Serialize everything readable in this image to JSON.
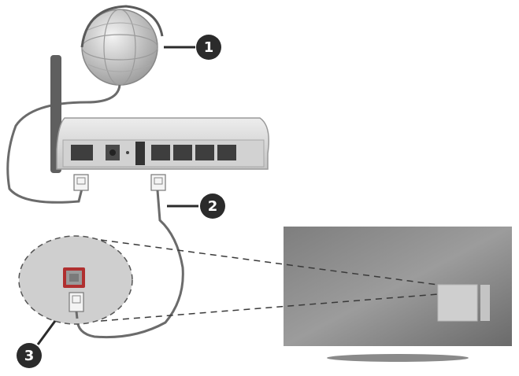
{
  "callouts": [
    {
      "label": "1",
      "target": "internet"
    },
    {
      "label": "2",
      "target": "lan-cable"
    },
    {
      "label": "3",
      "target": "tv-lan-port"
    }
  ],
  "colors": {
    "cable": "#6b6b6b",
    "router_body": "#dcdcdc",
    "router_panel": "#c9c9c9",
    "tv_screen": "#8a8a8a",
    "callout_badge": "#2b2b2b",
    "zoom_circle": "#cfcfcf",
    "lan_port_highlight": "#b03030",
    "globe": "#b8b8b8"
  },
  "icons": [
    "globe-icon",
    "router-icon",
    "antenna-icon",
    "rj45-plug-icon",
    "tv-icon",
    "lan-port-icon"
  ]
}
